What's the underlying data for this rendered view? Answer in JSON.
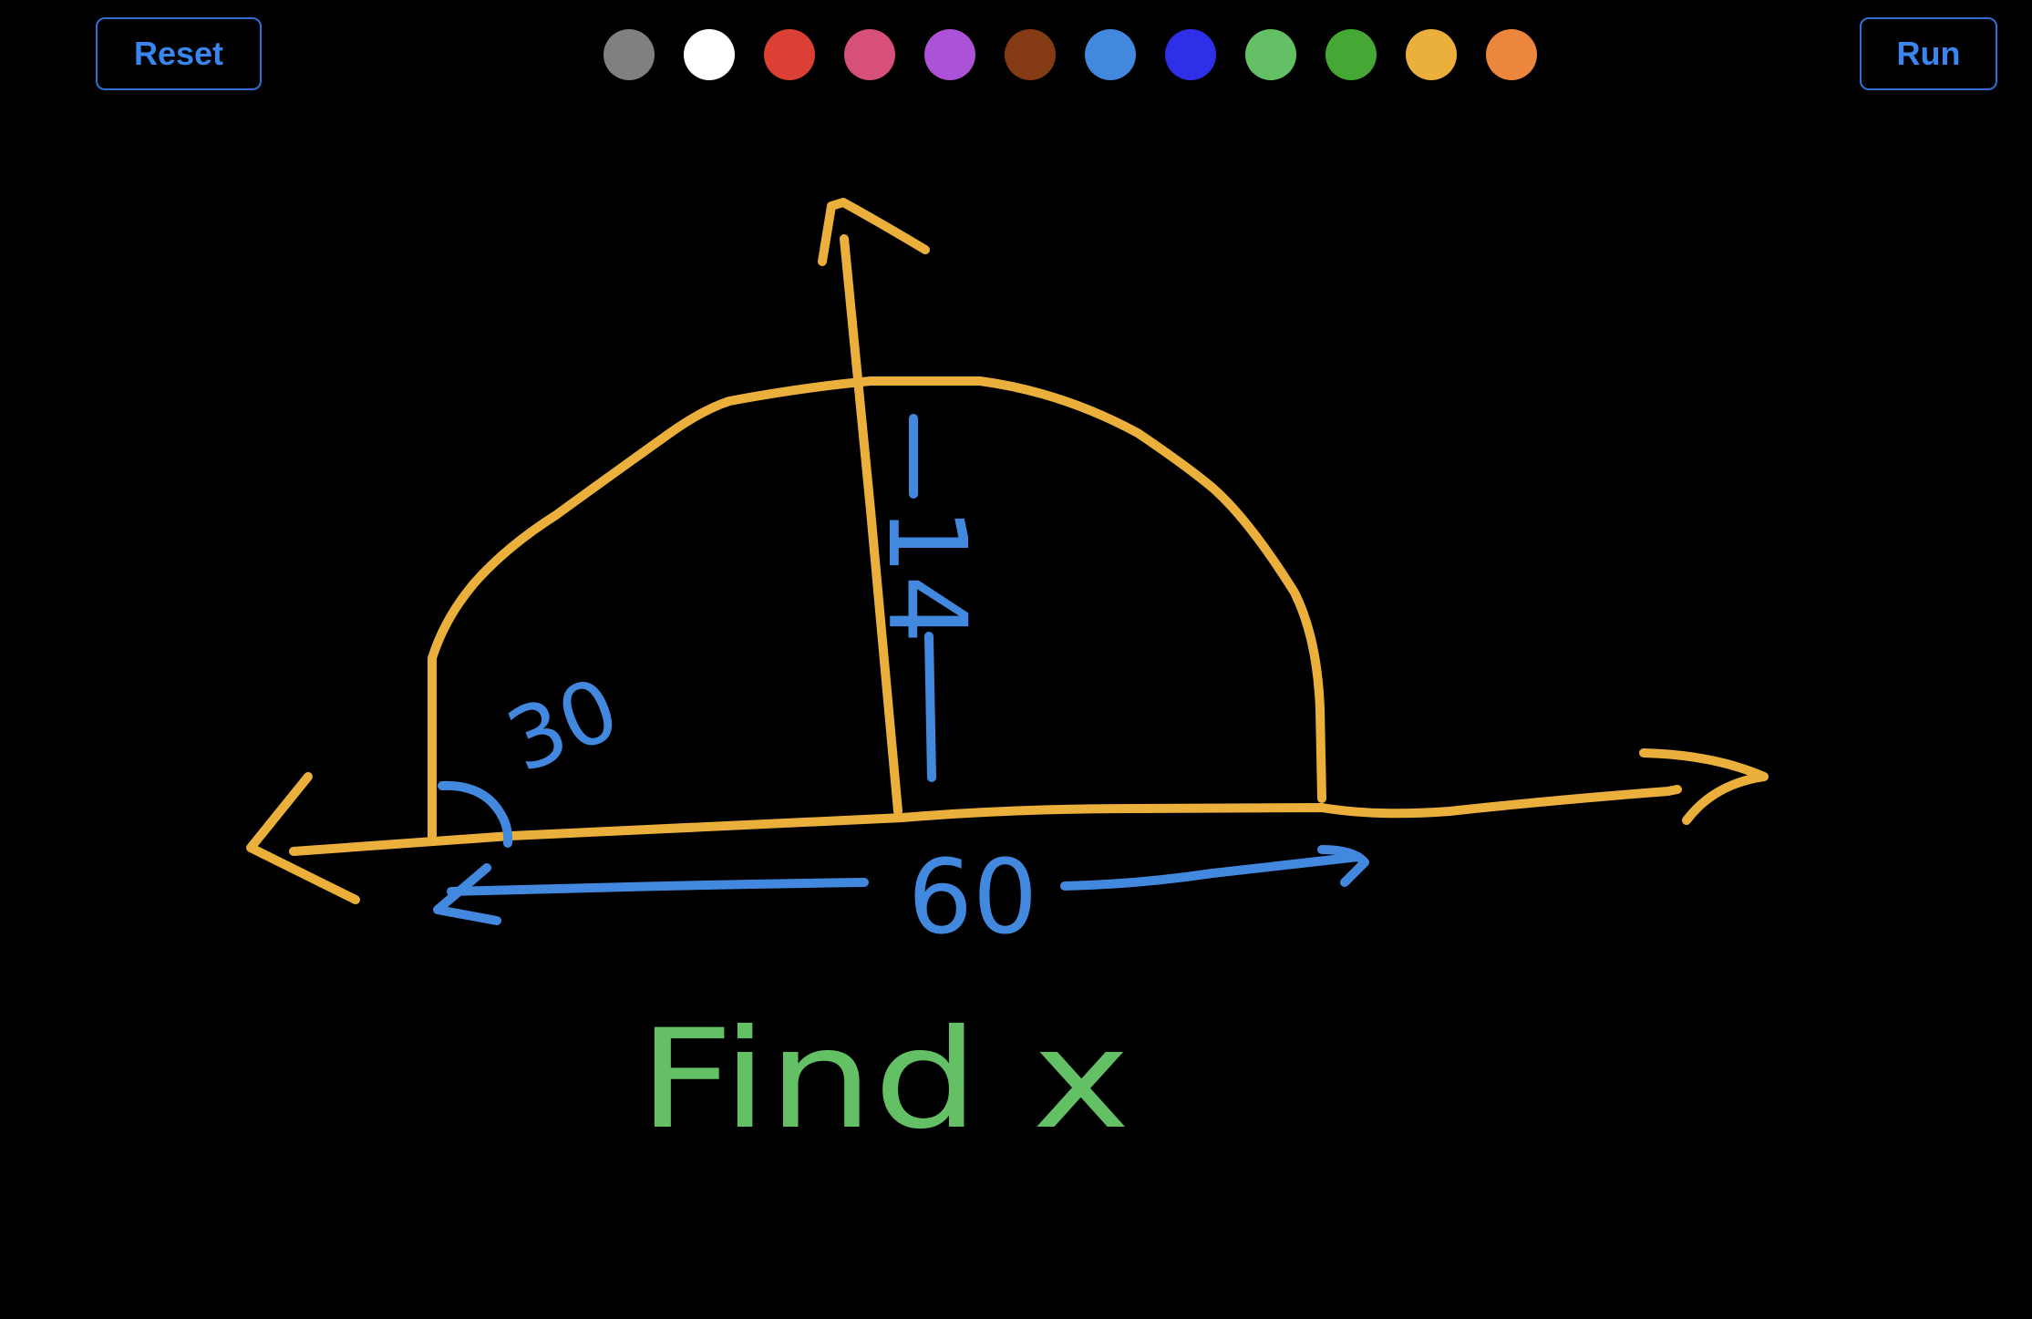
{
  "toolbar": {
    "reset_label": "Reset",
    "run_label": "Run",
    "accent_color": "#3a86f0"
  },
  "palette": {
    "colors": [
      "#808080",
      "#ffffff",
      "#dc3f33",
      "#d6507a",
      "#ab52d6",
      "#843b14",
      "#4388df",
      "#2f2fea",
      "#64c064",
      "#46a834",
      "#ebb03c",
      "#ec863c"
    ],
    "selected_index": 10
  },
  "drawing": {
    "stroke_colors": {
      "figure": "#ebb03c",
      "measurements": "#4388df",
      "question": "#64c064"
    },
    "labels": {
      "height": "14",
      "angle": "30",
      "base": "60",
      "question": "Find x"
    }
  }
}
